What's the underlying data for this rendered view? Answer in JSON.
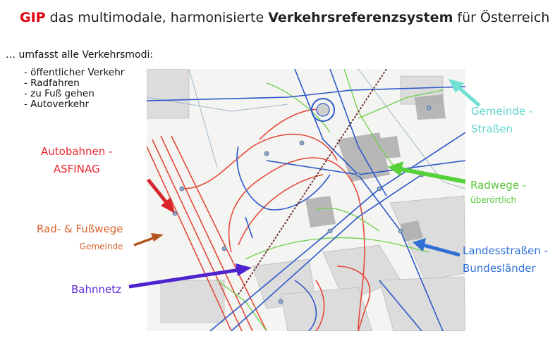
{
  "title": {
    "gip": "GIP",
    "part1": " das multimodale, harmonisierte ",
    "bold": "Verkehrsreferenzsystem",
    "part2": " für Österreich"
  },
  "subtitle": "… umfasst alle Verkehrsmodi:",
  "modes": [
    "- öffentlicher Verkehr",
    "-  Radfahren",
    "-  zu Fuß gehen",
    "-  Autoverkehr"
  ],
  "labels": {
    "autobahn": {
      "line1": "Autobahnen -",
      "line2": "ASFINAG",
      "color": "#e8262c"
    },
    "radfuss": {
      "line1": "Rad- & Fußwege",
      "line2": "Gemeinde",
      "color": "#d9622b"
    },
    "bahn": {
      "line1": "Bahnnetz",
      "color": "#5a2bd6"
    },
    "gemeinde": {
      "line1": "Gemeinde -",
      "line2": "Straßen",
      "color": "#5fd6c8"
    },
    "radwege": {
      "line1": "Radwege -",
      "line2": "überörtlich",
      "color": "#59c63b"
    },
    "landes": {
      "line1": "Landesstraßen -",
      "line2": "Bundesländer",
      "color": "#2f6fd6"
    }
  }
}
